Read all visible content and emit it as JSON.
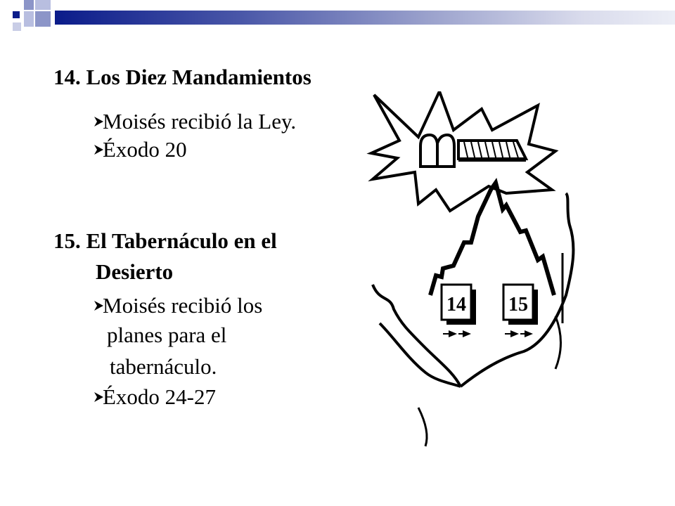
{
  "section14": {
    "title": "14. Los Diez Mandamientos",
    "bullets": [
      "Moisés recibió la Ley.",
      "Éxodo 20"
    ]
  },
  "section15": {
    "title_line1": "15. El Tabernáculo en el",
    "title_line2": "Desierto",
    "bullet1_line1": "Moisés recibió los",
    "bullet1_line2": "planes para el",
    "bullet1_line3": "tabernáculo.",
    "bullet2": "Éxodo 24-27"
  },
  "illustration": {
    "box_left_label": "14",
    "box_right_label": "15"
  },
  "colors": {
    "accent_dark": "#0b1c8a",
    "accent_light": "#8c95c8",
    "text": "#000000"
  },
  "icons": {
    "bullet": "arrow-bullet-icon",
    "tablets": "stone-tablets-icon",
    "tabernacle": "tabernacle-icon"
  }
}
